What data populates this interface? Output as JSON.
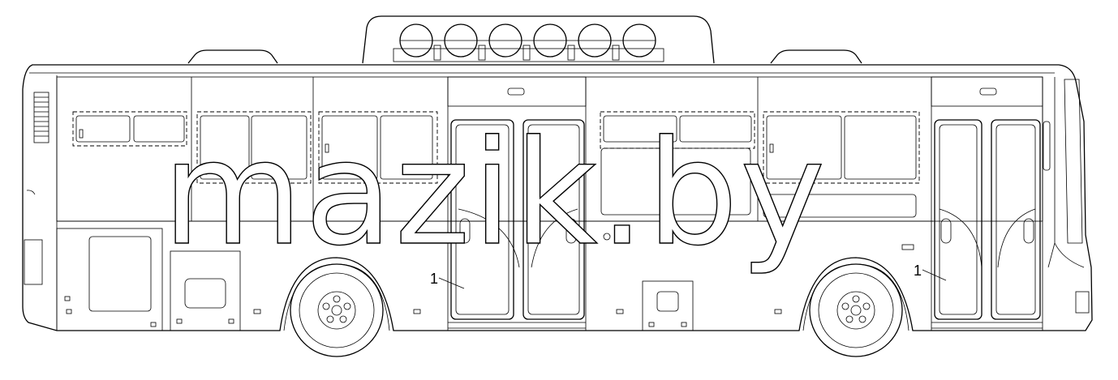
{
  "watermark": {
    "text": "mazik.by"
  },
  "callouts": [
    {
      "label": "1",
      "target": "front-door"
    },
    {
      "label": "1",
      "target": "rear-door"
    }
  ],
  "colors": {
    "line": "#000000",
    "background": "#ffffff"
  }
}
